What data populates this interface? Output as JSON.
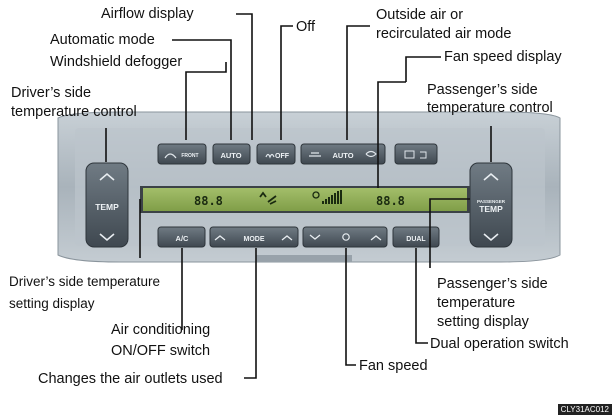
{
  "labels": {
    "airflow_display": "Airflow display",
    "automatic_mode": "Automatic mode",
    "windshield_defogger": "Windshield defogger",
    "off": "Off",
    "outside_air_1": "Outside air or",
    "outside_air_2": "recirculated air mode",
    "fan_speed_display": "Fan speed display",
    "drivers_temp_control_1": "Driver’s side",
    "drivers_temp_control_2": "temperature control",
    "passengers_temp_control_1": "Passenger’s side",
    "passengers_temp_control_2": "temperature control",
    "drivers_setting_display_1": "Driver’s side temperature",
    "drivers_setting_display_2": "setting display",
    "passengers_setting_display_1": "Passenger’s side",
    "passengers_setting_display_2": "temperature",
    "passengers_setting_display_3": "setting display",
    "ac_switch_1": "Air conditioning",
    "ac_switch_2": "ON/OFF switch",
    "dual_switch": "Dual operation switch",
    "fan_speed": "Fan speed",
    "air_outlets": "Changes the air outlets used"
  },
  "panel": {
    "front_label": "FRONT",
    "auto_label": "AUTO",
    "off_label": "OFF",
    "auto2_label": "AUTO",
    "temp_left": "TEMP",
    "temp_right": "TEMP",
    "passenger_label": "PASSENGER",
    "ac_label": "A/C",
    "mode_label": "MODE",
    "dual_label": "DUAL",
    "lcd_left": "88.8",
    "lcd_right": "88.8"
  },
  "image_code": "CLY31AC012",
  "colors": {
    "panel_dark": "#5c6770",
    "panel_light": "#b4bec6",
    "lcd": "#8fae55",
    "leader": "#111111"
  }
}
